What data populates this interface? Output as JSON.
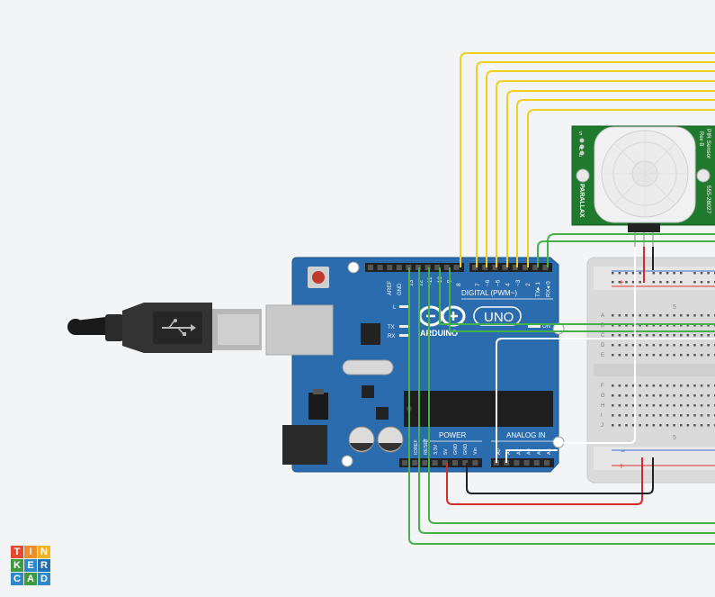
{
  "board": {
    "aref": "AREF",
    "gnd": "GND",
    "pins_high": [
      "13",
      "12",
      "~11",
      "~10",
      "~9",
      "8"
    ],
    "pins_low": [
      "7",
      "~6",
      "~5",
      "4",
      "~3",
      "2",
      "TX▸ 1",
      "RX◂ 0"
    ],
    "digital_label": "DIGITAL (PWM~)",
    "led_l": "L",
    "led_tx": "TX",
    "led_rx": "RX",
    "brand": "ARDUINO",
    "model": "UNO",
    "on_label": "ON",
    "power_label": "POWER",
    "analog_label": "ANALOG IN",
    "power_pins": [
      "IOREF",
      "RESET",
      "3.3V",
      "5V",
      "GND",
      "GND",
      "Vin"
    ],
    "analog_pins": [
      "A0",
      "A1",
      "A2",
      "A3",
      "A4",
      "A5"
    ]
  },
  "sensor": {
    "title": "PIR Sensor",
    "rev": "Rev B",
    "brand": "PARALLAX",
    "part": "555-28027",
    "pins": [
      "S",
      "H",
      "L"
    ]
  },
  "breadboard": {
    "rows_top": [
      "A",
      "B",
      "C",
      "D",
      "E"
    ],
    "rows_bottom": [
      "F",
      "G",
      "H",
      "I",
      "J"
    ],
    "column_mark": "5",
    "rail_minus": "−",
    "rail_plus": "+"
  },
  "logo": {
    "letters": [
      "T",
      "I",
      "N",
      "K",
      "E",
      "R",
      "C",
      "A",
      "D"
    ]
  },
  "colors": {
    "background": "#f3f4f6",
    "board": "#2a6cad",
    "wire_yellow": "#f2cf1f",
    "wire_green": "#46b04a",
    "wire_red": "#d42a2a",
    "wire_black": "#222222",
    "sensor_pcb": "#1f7a2e"
  }
}
